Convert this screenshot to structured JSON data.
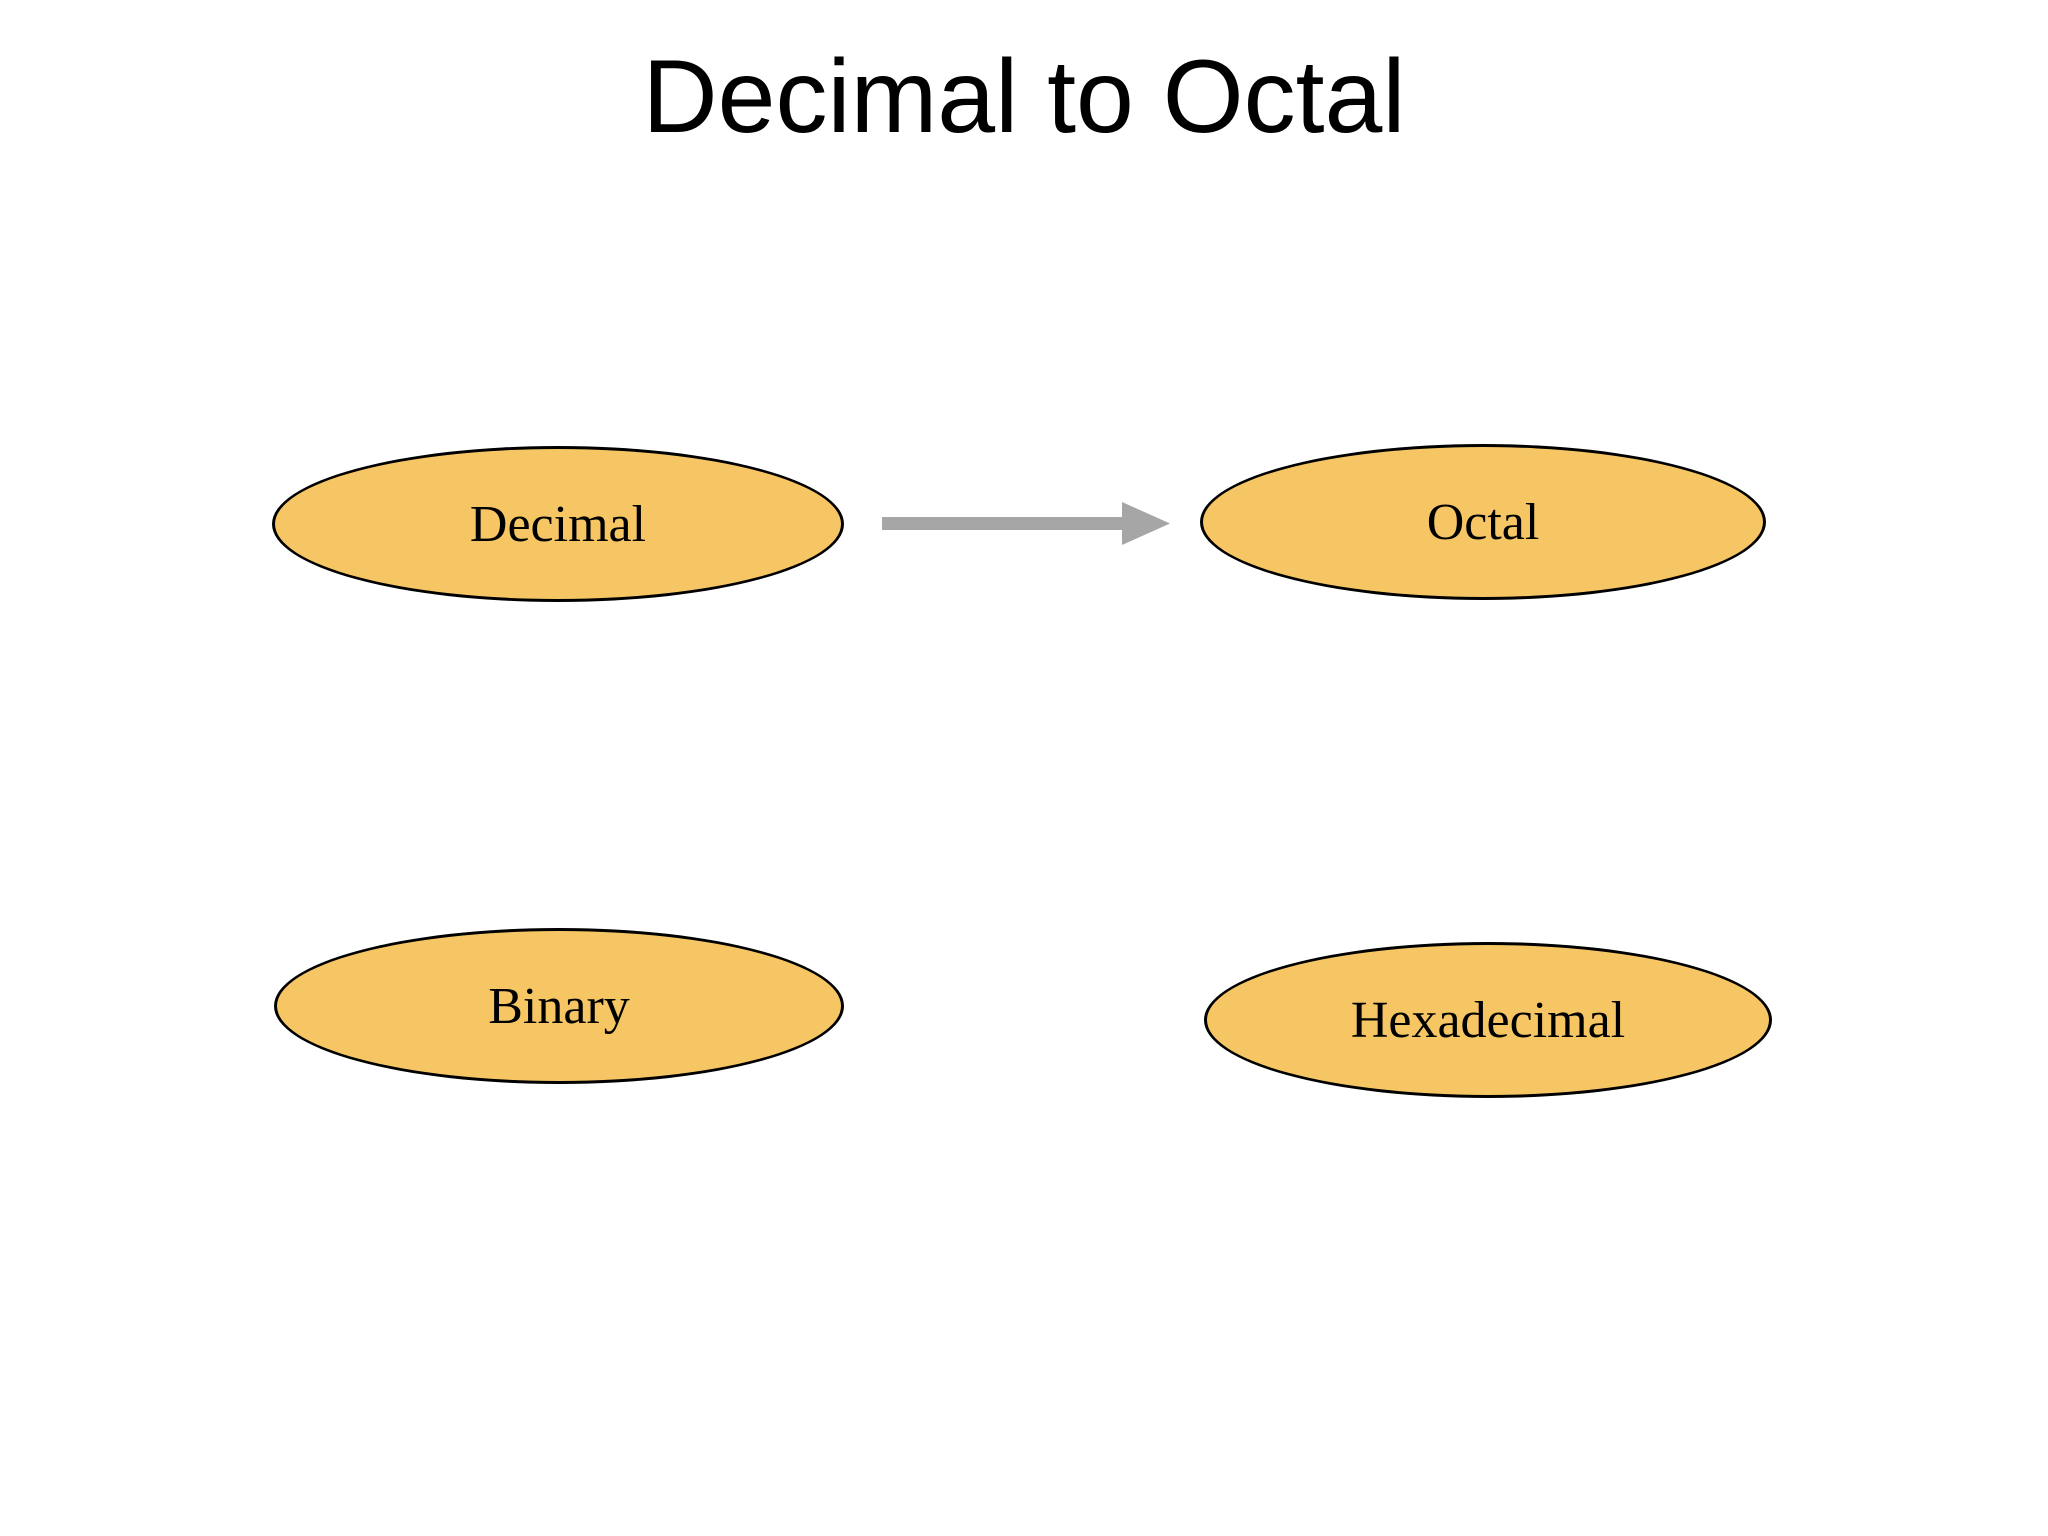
{
  "slide": {
    "title": "Decimal to Octal",
    "background_color": "#FFFFFF"
  },
  "colors": {
    "node_fill": "#F6C665",
    "node_border": "#000000",
    "node_text": "#000000",
    "title_text": "#000000",
    "arrow": "#A6A6A6"
  },
  "nodes": [
    {
      "id": "decimal",
      "label": "Decimal"
    },
    {
      "id": "octal",
      "label": "Octal"
    },
    {
      "id": "binary",
      "label": "Binary"
    },
    {
      "id": "hexadecimal",
      "label": "Hexadecimal"
    }
  ],
  "edges": [
    {
      "from": "decimal",
      "to": "octal",
      "type": "arrow",
      "direction": "right"
    }
  ]
}
